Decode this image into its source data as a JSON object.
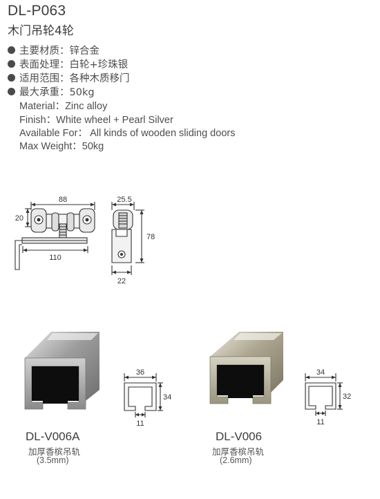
{
  "product": {
    "code": "DL-P063",
    "name": "木门吊轮4轮"
  },
  "specs_cn": [
    {
      "label": "主要材质：锌合金"
    },
    {
      "label": "表面处理：白轮+珍珠银"
    },
    {
      "label": "适用范围：各种木质移门"
    },
    {
      "label": "最大承重：50kg"
    }
  ],
  "specs_en": {
    "material": "Material：Zinc alloy",
    "finish": "Finish：White wheel + Pearl Silver",
    "available": "Available For：  All kinds of wooden sliding doors",
    "weight": "Max Weight：50kg"
  },
  "drawing": {
    "width_top": "88",
    "wheel_height": "20",
    "base_length": "110",
    "side_width_top": "25.5",
    "side_height": "78",
    "side_width_bottom": "22"
  },
  "rails": [
    {
      "code": "DL-V006A",
      "name": "加厚香槟吊轨",
      "thickness": "(3.5mm)",
      "dim_width": "36",
      "dim_height": "34",
      "dim_slot": "11"
    },
    {
      "code": "DL-V006",
      "name": "加厚香槟吊轨",
      "thickness": "(2.6mm)",
      "dim_width": "34",
      "dim_height": "32",
      "dim_slot": "11"
    }
  ]
}
